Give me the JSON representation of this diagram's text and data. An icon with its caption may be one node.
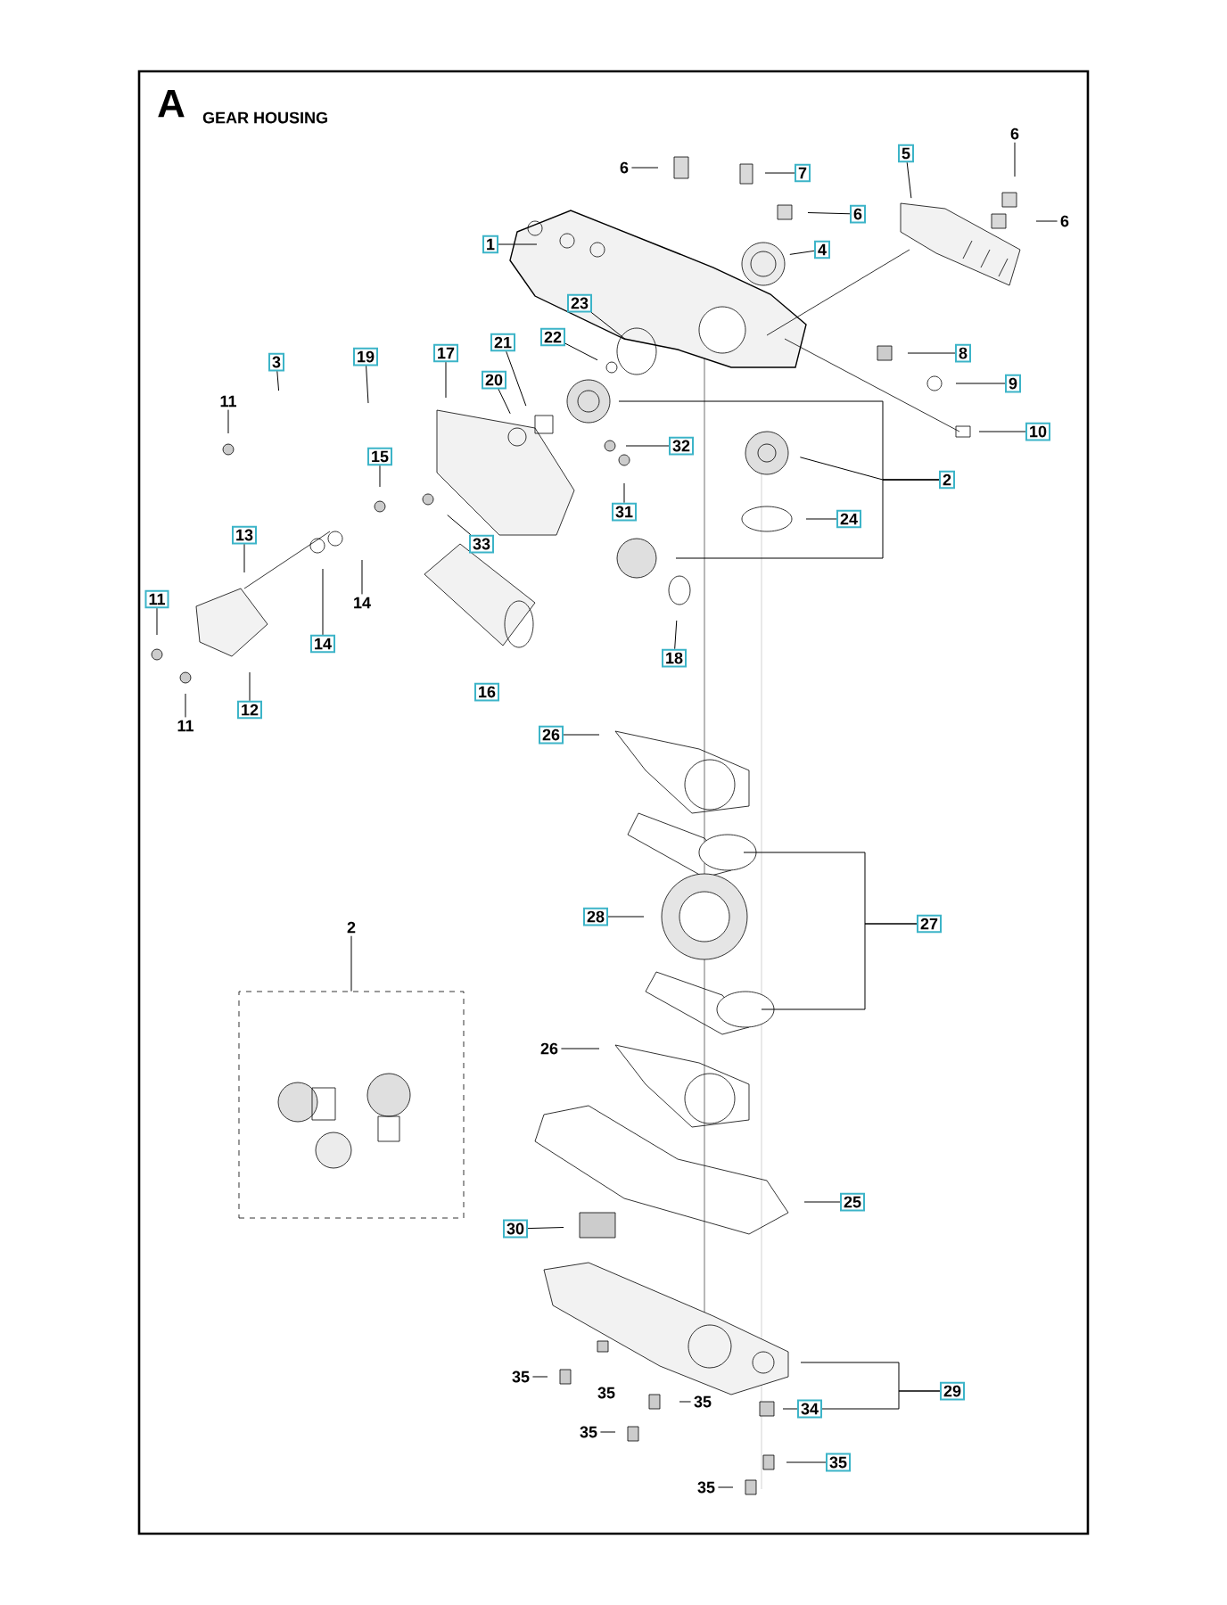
{
  "diagram": {
    "title": "GEAR HOUSING",
    "nodes": [
      {
        "text": [
          "6"
        ]
      },
      {
        "text": [
          "7"
        ]
      },
      {
        "text": [
          "6"
        ]
      },
      {
        "text": [
          "5"
        ]
      },
      {
        "text": [
          "6"
        ]
      },
      {
        "text": [
          "6"
        ]
      },
      {
        "text": [
          "1"
        ]
      },
      {
        "text": [
          "4"
        ]
      },
      {
        "text": [
          "23"
        ]
      },
      {
        "text": [
          "22"
        ]
      },
      {
        "text": [
          "8"
        ]
      },
      {
        "text": [
          "3"
        ]
      },
      {
        "text": [
          "19"
        ]
      },
      {
        "text": [
          "17"
        ]
      },
      {
        "text": [
          "21"
        ]
      },
      {
        "text": [
          "20"
        ]
      },
      {
        "text": [
          "9"
        ]
      },
      {
        "text": [
          "11"
        ]
      },
      {
        "text": [
          "10"
        ]
      },
      {
        "text": [
          "15"
        ]
      },
      {
        "text": [
          "32"
        ]
      },
      {
        "text": [
          "2"
        ]
      },
      {
        "text": [
          "31"
        ]
      },
      {
        "text": [
          "24"
        ]
      },
      {
        "text": [
          "13"
        ]
      },
      {
        "text": [
          "33"
        ]
      },
      {
        "text": [
          "11"
        ]
      },
      {
        "text": [
          "14"
        ]
      },
      {
        "text": [
          "14"
        ]
      },
      {
        "text": [
          "18"
        ]
      },
      {
        "text": [
          "12"
        ]
      },
      {
        "text": [
          "11"
        ]
      },
      {
        "text": [
          "26"
        ]
      },
      {
        "text": [
          "28"
        ]
      },
      {
        "text": [
          "27"
        ]
      },
      {
        "text": [
          "2"
        ]
      },
      {
        "text": [],
        "shape": "picture"
      },
      {
        "text": [
          "26"
        ]
      },
      {
        "text": [
          "25"
        ]
      },
      {
        "text": [
          "30"
        ]
      },
      {
        "text": [
          "29"
        ]
      },
      {
        "text": [
          "34"
        ]
      },
      {
        "text": [
          "35"
        ]
      },
      {
        "text": [
          "35"
        ]
      },
      {
        "text": [
          "35"
        ]
      },
      {
        "text": [
          "35"
        ]
      },
      {
        "text": [
          "35"
        ]
      }
    ],
    "edges": [
      {
        "from": 0,
        "to": null,
        "arrow": "none"
      },
      {
        "from": 1,
        "to": null,
        "arrow": "none"
      },
      {
        "from": 2,
        "to": null,
        "arrow": "none"
      },
      {
        "from": 3,
        "to": null,
        "arrow": "none"
      },
      {
        "from": 4,
        "to": null,
        "arrow": "none"
      },
      {
        "from": 5,
        "to": null,
        "arrow": "none"
      },
      {
        "from": 6,
        "to": null,
        "arrow": "none"
      },
      {
        "from": 7,
        "to": null,
        "arrow": "none"
      },
      {
        "from": 8,
        "to": null,
        "arrow": "none"
      },
      {
        "from": 9,
        "to": null,
        "arrow": "none"
      },
      {
        "from": 10,
        "to": null,
        "arrow": "none"
      },
      {
        "from": 11,
        "to": null,
        "arrow": "none"
      },
      {
        "from": 12,
        "to": null,
        "arrow": "none"
      },
      {
        "from": 13,
        "to": null,
        "arrow": "none"
      },
      {
        "from": 14,
        "to": null,
        "arrow": "none"
      },
      {
        "from": 15,
        "to": null,
        "arrow": "none"
      },
      {
        "from": 16,
        "to": null,
        "arrow": "none"
      },
      {
        "from": 17,
        "to": null,
        "arrow": "none"
      },
      {
        "from": 18,
        "to": null,
        "arrow": "none"
      },
      {
        "from": 19,
        "to": null,
        "arrow": "none"
      },
      {
        "from": 20,
        "to": null,
        "arrow": "none"
      },
      {
        "from": 21,
        "to": null,
        "arrow": "none"
      },
      {
        "from": 21,
        "to": null,
        "arrow": "none"
      },
      {
        "from": 21,
        "to": null,
        "arrow": "none"
      },
      {
        "from": 22,
        "to": null,
        "arrow": "none"
      },
      {
        "from": 23,
        "to": null,
        "arrow": "none"
      },
      {
        "from": 24,
        "to": null,
        "arrow": "none"
      },
      {
        "from": 25,
        "to": null,
        "arrow": "none"
      },
      {
        "from": 26,
        "to": null,
        "arrow": "none"
      },
      {
        "from": 27,
        "to": null,
        "arrow": "none"
      },
      {
        "from": 28,
        "to": null,
        "arrow": "none"
      },
      {
        "from": 29,
        "to": null,
        "arrow": "none"
      },
      {
        "from": 30,
        "to": null,
        "arrow": "none"
      },
      {
        "from": 31,
        "to": null,
        "arrow": "none"
      },
      {
        "from": 32,
        "to": null,
        "arrow": "none"
      },
      {
        "from": 33,
        "to": null,
        "arrow": "none"
      },
      {
        "from": 34,
        "to": null,
        "arrow": "none"
      },
      {
        "from": 34,
        "to": null,
        "arrow": "none"
      },
      {
        "from": 35,
        "to": 36,
        "arrow": "none"
      },
      {
        "from": 37,
        "to": null,
        "arrow": "none"
      },
      {
        "from": 38,
        "to": null,
        "arrow": "none"
      },
      {
        "from": 39,
        "to": null,
        "arrow": "none"
      },
      {
        "from": 40,
        "to": null,
        "arrow": "none"
      },
      {
        "from": 40,
        "to": 41,
        "arrow": "none"
      },
      {
        "from": 41,
        "to": null,
        "arrow": "none"
      },
      {
        "from": 42,
        "to": null,
        "arrow": "none"
      },
      {
        "from": 43,
        "to": null,
        "arrow": "none"
      },
      {
        "from": 44,
        "to": null,
        "arrow": "none"
      },
      {
        "from": 45,
        "to": null,
        "arrow": "none"
      },
      {
        "from": 46,
        "to": null,
        "arrow": "none"
      }
    ],
    "labels": [
      "A",
      "16",
      "35"
    ]
  }
}
